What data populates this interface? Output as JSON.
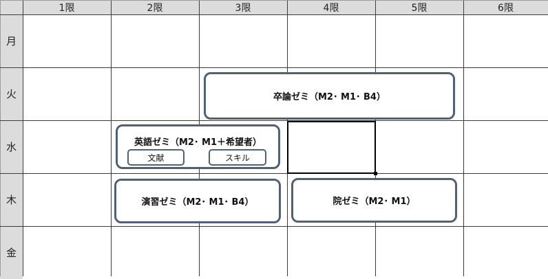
{
  "periods": [
    "1限",
    "2限",
    "3限",
    "4限",
    "5限",
    "6限"
  ],
  "days": [
    "月",
    "火",
    "水",
    "木",
    "金"
  ],
  "events": [
    {
      "id": "sotsuron",
      "label": "卒論ゼミ（M2･ M1･ B4）",
      "day": 1,
      "start": 2,
      "end": 4
    },
    {
      "id": "english",
      "label": "英語ゼミ（M2･ M1＋希望者）",
      "day": 2,
      "start": 1,
      "end": 2,
      "buttons": [
        "文献",
        "スキル"
      ]
    },
    {
      "id": "enshu",
      "label": "演習ゼミ（M2･ M1･ B4）",
      "day": 3,
      "start": 1,
      "end": 2
    },
    {
      "id": "in",
      "label": "院ゼミ（M2･ M1）",
      "day": 3,
      "start": 3,
      "end": 4
    }
  ],
  "selected_cell": {
    "day": 2,
    "period": 3
  },
  "colors": {
    "header_bg": "#dcdcdc",
    "grid": "#3a3a3a",
    "shape_border": "#4d6178"
  }
}
